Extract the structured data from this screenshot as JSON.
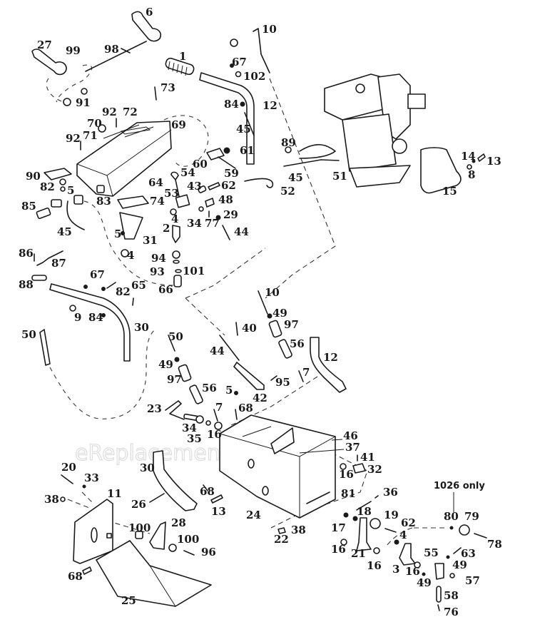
{
  "diagram": {
    "title": "Snow thrower handle, control and frame parts exploded view",
    "watermark": "eReplacementParts.com",
    "note": "1026 only",
    "callouts": {
      "c6": "6",
      "c27": "27",
      "c99": "99",
      "c98": "98",
      "c91": "91",
      "c1": "1",
      "c10a": "10",
      "c67a": "67",
      "c102": "102",
      "c73": "73",
      "c84a": "84",
      "c12a": "12",
      "c45a": "45",
      "c92a": "92",
      "c72": "72",
      "c70": "70",
      "c69": "69",
      "c92b": "92",
      "c71": "71",
      "c61": "61",
      "c60": "60",
      "c59": "59",
      "c89": "89",
      "c14": "14",
      "c13a": "13",
      "c8": "8",
      "c51": "51",
      "c45b": "45",
      "c15": "15",
      "c52": "52",
      "c90": "90",
      "c82a": "82",
      "c5a": "5",
      "c64": "64",
      "c54": "54",
      "c53": "53",
      "c43": "43",
      "c62a": "62",
      "c48": "48",
      "c83": "83",
      "c74": "74",
      "c85": "85",
      "c45c": "45",
      "c4a": "4",
      "c34a": "34",
      "c77": "77",
      "c29": "29",
      "c2": "2",
      "c5b": "5",
      "c31": "31",
      "c44a": "44",
      "c4b": "4",
      "c94": "94",
      "c93": "93",
      "c101": "101",
      "c86": "86",
      "c87": "87",
      "c88": "88",
      "c67b": "67",
      "c65": "65",
      "c82b": "82",
      "c66": "66",
      "c9": "9",
      "c84b": "84",
      "c10b": "10",
      "c49a": "49",
      "c97a": "97",
      "c50a": "50",
      "c30a": "30",
      "c40": "40",
      "c50b": "50",
      "c44b": "44",
      "c56a": "56",
      "c12b": "12",
      "c49b": "49",
      "c97b": "97",
      "c7a": "7",
      "c56b": "56",
      "c5c": "5",
      "c95": "95",
      "c42": "42",
      "c23": "23",
      "c7b": "7",
      "c68a": "68",
      "c34b": "34",
      "c35": "35",
      "c16a": "16",
      "c46": "46",
      "c37": "37",
      "c41": "41",
      "c16b": "16",
      "c32": "32",
      "c20": "20",
      "c33": "33",
      "c30b": "30",
      "c38a": "38",
      "c11": "11",
      "c68b": "68",
      "c26": "26",
      "c13b": "13",
      "c36": "36",
      "c81": "81",
      "c28": "28",
      "c24": "24",
      "c100a": "100",
      "c100b": "100",
      "c96": "96",
      "c17": "17",
      "c19": "19",
      "c62b": "62",
      "c18": "18",
      "c80": "80",
      "c79": "79",
      "c78": "78",
      "c22": "22",
      "c38b": "38",
      "c4c": "4",
      "c68c": "68",
      "c16c": "16",
      "c21": "21",
      "c16d": "16",
      "c55": "55",
      "c63": "63",
      "c49c": "49",
      "c3": "3",
      "c16e": "16",
      "c49d": "49",
      "c57": "57",
      "c25": "25",
      "c58": "58",
      "c76": "76"
    }
  }
}
